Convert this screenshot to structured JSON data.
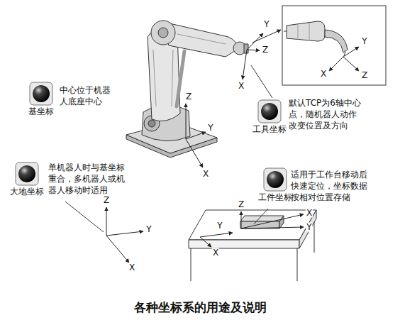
{
  "diagram": {
    "caption": "各种坐标系的用途及说明",
    "nodes": [
      {
        "text": [
          "基坐标"
        ]
      },
      {
        "text": [
          "工具坐标"
        ]
      },
      {
        "text": [
          "大地坐标"
        ]
      },
      {
        "text": [
          "工件坐标"
        ]
      }
    ],
    "labels": [
      "Y",
      "Z",
      "X",
      "Y",
      "X",
      "Z",
      "Z",
      "Y",
      "X",
      "Z",
      "Y",
      "X",
      "Z",
      "Y",
      "X",
      "X",
      "Y",
      "中心位于机器人底座中心",
      "默认TCP为6轴中心点，随机器人动作改变位置及方向",
      "单机器人时与基坐标重合，多机器人或机器人移动时适用",
      "适用于工作台移动后快速定位，坐标数据按相对位置存储"
    ]
  }
}
